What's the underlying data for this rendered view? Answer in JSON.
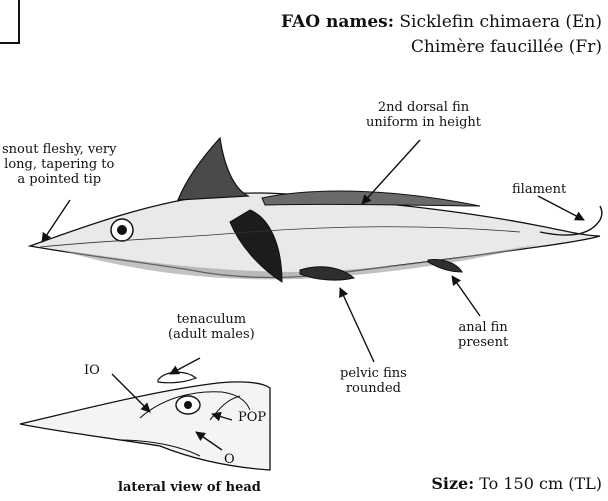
{
  "header": {
    "fao_label": "FAO names:",
    "name_en": "Sicklefin chimaera (En)",
    "name_fr": "Chimère faucillée (Fr)"
  },
  "annotations": {
    "snout": [
      "snout fleshy, very",
      "long, tapering to",
      "a pointed tip"
    ],
    "dorsal2": [
      "2nd dorsal fin",
      "uniform in height"
    ],
    "filament": "filament",
    "anal": [
      "anal fin",
      "present"
    ],
    "pelvic": [
      "pelvic fins",
      "rounded"
    ],
    "tenaculum": [
      "tenaculum",
      "(adult males)"
    ],
    "io": "IO",
    "pop": "POP",
    "o": "O"
  },
  "head_caption": "lateral view of head",
  "size": {
    "label": "Size:",
    "value": "To 150 cm (TL)"
  }
}
